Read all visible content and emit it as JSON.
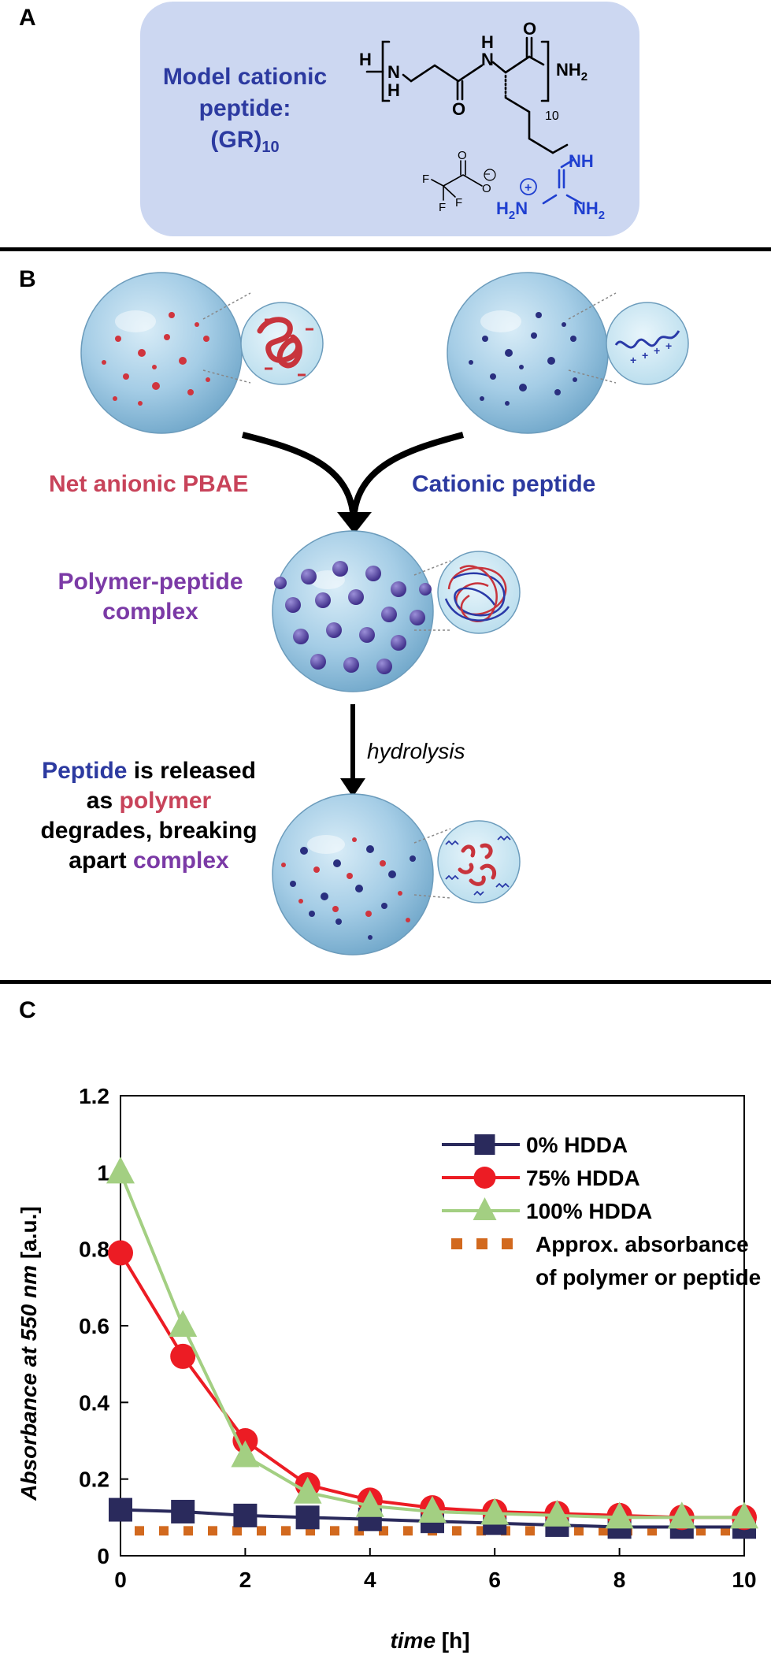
{
  "panels": {
    "a": "A",
    "b": "B",
    "c": "C"
  },
  "panel_a": {
    "title_lines": [
      "Model cationic",
      "peptide:"
    ],
    "sequence": "(GR)",
    "sequence_subscript": "10",
    "structure": {
      "H_left": "H",
      "H_bottom": "H",
      "N_top": "N",
      "H_top": "H",
      "O_top": "O",
      "O_bottom": "O",
      "NH2": "NH",
      "NH2_sub": "2",
      "repeat_sub": "10",
      "NH_side": "NH",
      "plus": "+",
      "H2N_H": "H",
      "H2N_sub": "2",
      "H2N_N": "N",
      "NH2_side": "NH",
      "NH2_side_sub": "2",
      "F": "F",
      "O_tfa": "O",
      "O_minus": "O",
      "minus": "−"
    }
  },
  "panel_b": {
    "left_label": "Net anionic PBAE",
    "right_label": "Cationic peptide",
    "complex_label_lines": [
      "Polymer-peptide",
      "complex"
    ],
    "arrow_label": "hydrolysis",
    "release_lines": [
      [
        {
          "t": "Peptide",
          "c": "blue"
        },
        {
          "t": " is released",
          "c": "black"
        }
      ],
      [
        {
          "t": "as ",
          "c": "black"
        },
        {
          "t": "polymer",
          "c": "red"
        }
      ],
      [
        {
          "t": "degrades, breaking",
          "c": "black"
        }
      ],
      [
        {
          "t": "apart ",
          "c": "black"
        },
        {
          "t": "complex",
          "c": "purple"
        }
      ]
    ],
    "label_colors": {
      "blue": "#2c3aa0",
      "red": "#c8435a",
      "purple": "#7b3aa6",
      "black": "#000000"
    },
    "bead_colors": {
      "sphere_fill": "#a9cfe6",
      "red_dot": "#d0353e",
      "blue_dot": "#2a2f7f",
      "purple_bead": "#6a5aa8"
    }
  },
  "chart_data": {
    "type": "line",
    "xlabel": "time",
    "xlabel_unit": " [h]",
    "ylabel": "Absorbance at 550 nm",
    "ylabel_unit": " [a.u.]",
    "xlim": [
      0,
      10
    ],
    "ylim": [
      0,
      1.2
    ],
    "xticks": [
      0,
      2,
      4,
      6,
      8,
      10
    ],
    "yticks": [
      0,
      0.2,
      0.4,
      0.6,
      0.8,
      1,
      1.2
    ],
    "ytick_labels": [
      "0",
      "0.2",
      "0.4",
      "0.6",
      "0.8",
      "1",
      "1.2"
    ],
    "x": [
      0,
      1,
      2,
      3,
      4,
      5,
      6,
      7,
      8,
      9,
      10
    ],
    "series": [
      {
        "name": "0% HDDA",
        "marker": "square",
        "color": "#2a2a5c",
        "values": [
          0.12,
          0.115,
          0.105,
          0.1,
          0.095,
          0.09,
          0.085,
          0.08,
          0.075,
          0.075,
          0.075
        ]
      },
      {
        "name": "75% HDDA",
        "marker": "circle",
        "color": "#ec1c24",
        "values": [
          0.79,
          0.52,
          0.3,
          0.185,
          0.145,
          0.125,
          0.115,
          0.11,
          0.105,
          0.1,
          0.1
        ]
      },
      {
        "name": "100% HDDA",
        "marker": "triangle",
        "color": "#a3cf82",
        "values": [
          1.0,
          0.6,
          0.26,
          0.165,
          0.13,
          0.115,
          0.11,
          0.105,
          0.1,
          0.1,
          0.1
        ]
      }
    ],
    "reference_line": {
      "name_lines": [
        "Approx. absorbance",
        "of polymer or peptide"
      ],
      "value": 0.065,
      "style": "dotted",
      "color": "#d2691e"
    },
    "legend_position": "top-right",
    "grid": false
  }
}
